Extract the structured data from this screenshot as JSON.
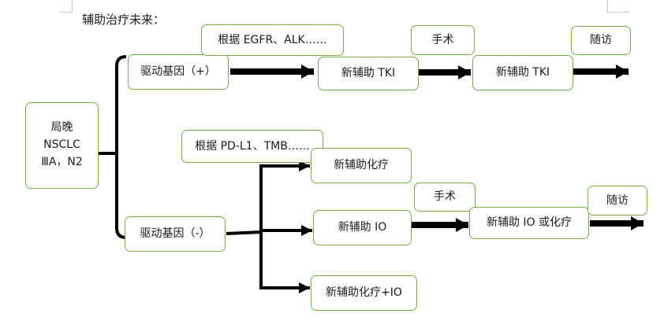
{
  "title": "辅助治疗未来：",
  "nodes": {
    "root": {
      "line1": "局晚",
      "line2": "NSCLC",
      "line3": "ⅢA，N2"
    },
    "driver_pos": "驱动基因（+）",
    "driver_neg": "驱动基因（-）",
    "basis_egfr": "根据 EGFR、ALK……",
    "basis_pdl1": "根据 PD-L1、TMB……",
    "neo_tki_1": "新辅助 TKI",
    "neo_tki_2": "新辅助 TKI",
    "surgery_1": "手术",
    "surgery_2": "手术",
    "followup_1": "随访",
    "followup_2": "随访",
    "neo_chemo": "新辅助化疗",
    "neo_io": "新辅助 IO",
    "neo_io_or_chemo": "新辅助 IO 或化疗",
    "neo_chemo_io": "新辅助化疗+IO"
  },
  "colors": {
    "box_border": "#70ad47",
    "connector": "#000000"
  }
}
